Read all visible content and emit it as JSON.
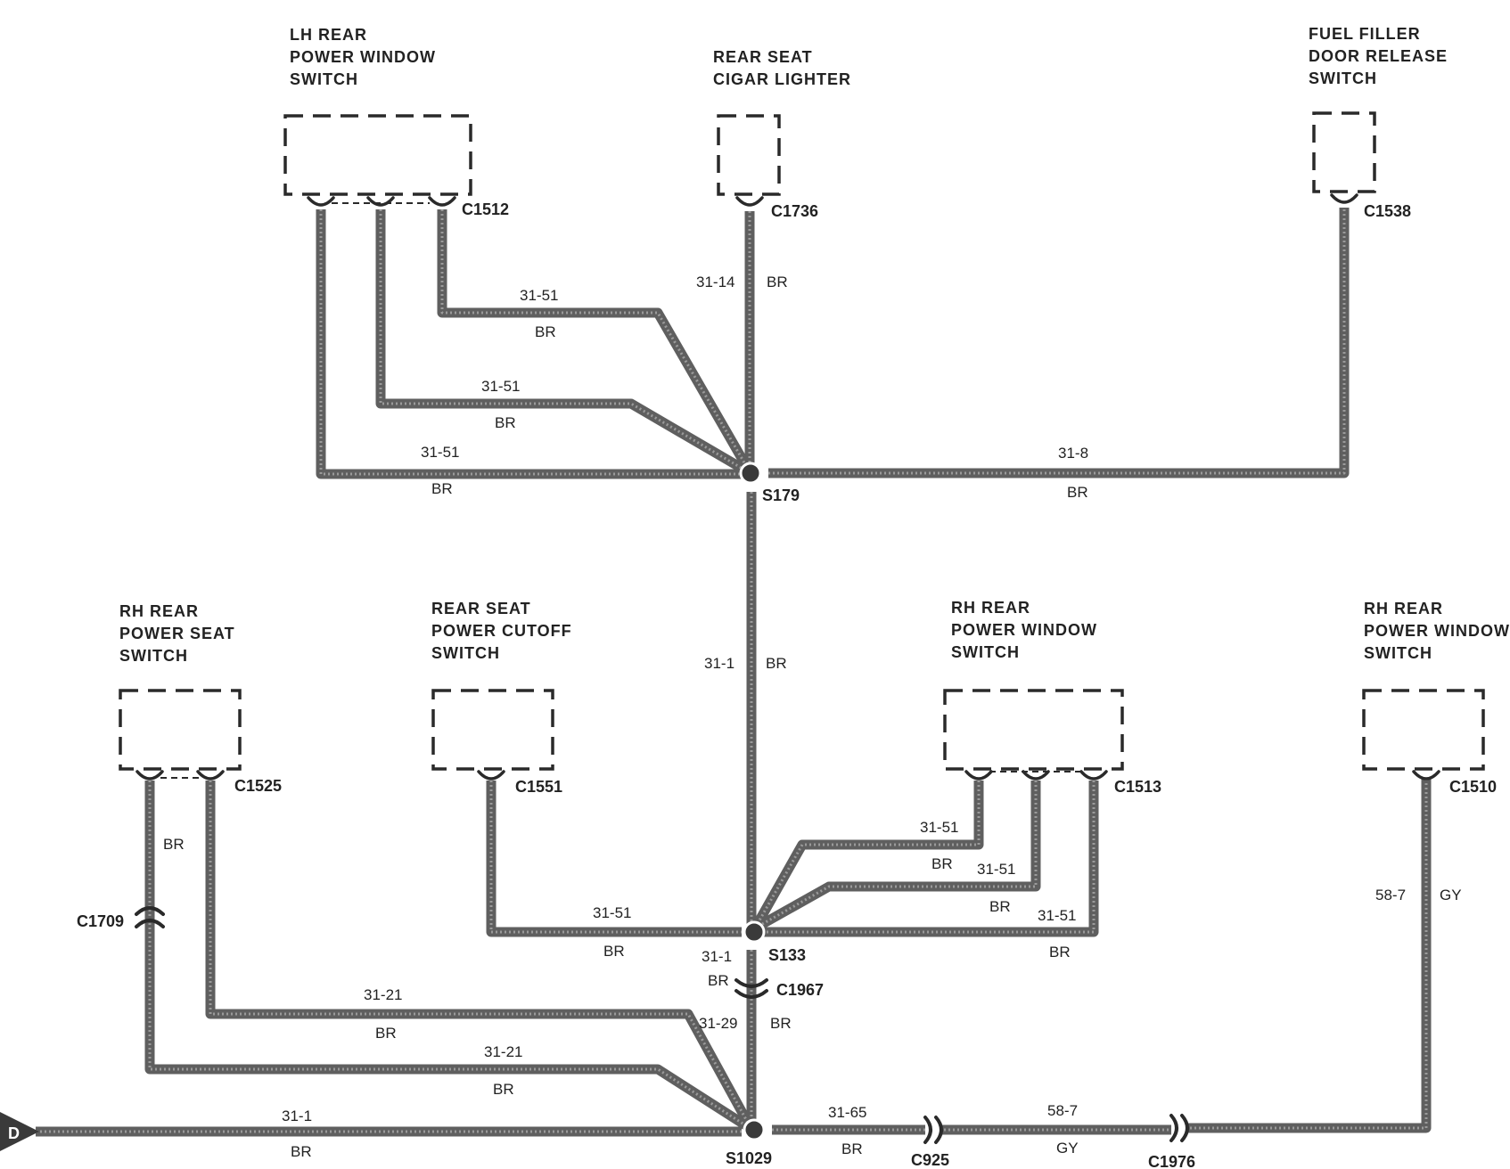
{
  "components": {
    "lh_rear_window_switch": [
      "LH REAR",
      "POWER WINDOW",
      "SWITCH"
    ],
    "rear_seat_cigar_lighter": [
      "REAR SEAT",
      "CIGAR LIGHTER"
    ],
    "fuel_filler_switch": [
      "FUEL FILLER",
      "DOOR RELEASE",
      "SWITCH"
    ],
    "rh_rear_seat_switch": [
      "RH REAR",
      "POWER SEAT",
      "SWITCH"
    ],
    "rear_seat_cutoff_switch": [
      "REAR SEAT",
      "POWER CUTOFF",
      "SWITCH"
    ],
    "rh_rear_window_switch": [
      "RH REAR",
      "POWER WINDOW",
      "SWITCH"
    ],
    "rh_rear_window_switch_2": [
      "RH REAR",
      "POWER WINDOW",
      "SWITCH"
    ]
  },
  "connectors": {
    "c1512": "C1512",
    "c1736": "C1736",
    "c1538": "C1538",
    "c1525": "C1525",
    "c1551": "C1551",
    "c1513": "C1513",
    "c1510": "C1510",
    "c1709": "C1709",
    "c1967": "C1967",
    "c925": "C925",
    "c1976": "C1976"
  },
  "splices": {
    "s179": "S179",
    "s133": "S133",
    "s1029": "S1029"
  },
  "off_page_ref": "D",
  "wire_labels": {
    "w_31_51_a": "31-51",
    "w_br_a": "BR",
    "w_31_51_b": "31-51",
    "w_br_b": "BR",
    "w_31_51_c": "31-51",
    "w_br_c": "BR",
    "w_31_14": "31-14",
    "w_br_14": "BR",
    "w_31_8": "31-8",
    "w_br_8": "BR",
    "w_31_1_mid": "31-1",
    "w_br_mid": "BR",
    "w_br_c1525": "BR",
    "w_31_51_d": "31-51",
    "w_br_d": "BR",
    "w_31_51_e": "31-51",
    "w_br_e": "BR",
    "w_31_51_f": "31-51",
    "w_br_f": "BR",
    "w_31_51_g": "31-51",
    "w_br_g": "BR",
    "w_31_1_c1967": "31-1",
    "w_br_c1967": "BR",
    "w_31_29": "31-29",
    "w_br_29": "BR",
    "w_31_21_a": "31-21",
    "w_br_21a": "BR",
    "w_31_21_b": "31-21",
    "w_br_21b": "BR",
    "w_31_1_bottom": "31-1",
    "w_br_bottom": "BR",
    "w_31_65": "31-65",
    "w_br_65": "BR",
    "w_58_7_h": "58-7",
    "w_gy_h": "GY",
    "w_58_7_v": "58-7",
    "w_gy_v": "GY"
  },
  "colors": {
    "wire": "#5f5f5f",
    "ink": "#2a2a2a"
  }
}
